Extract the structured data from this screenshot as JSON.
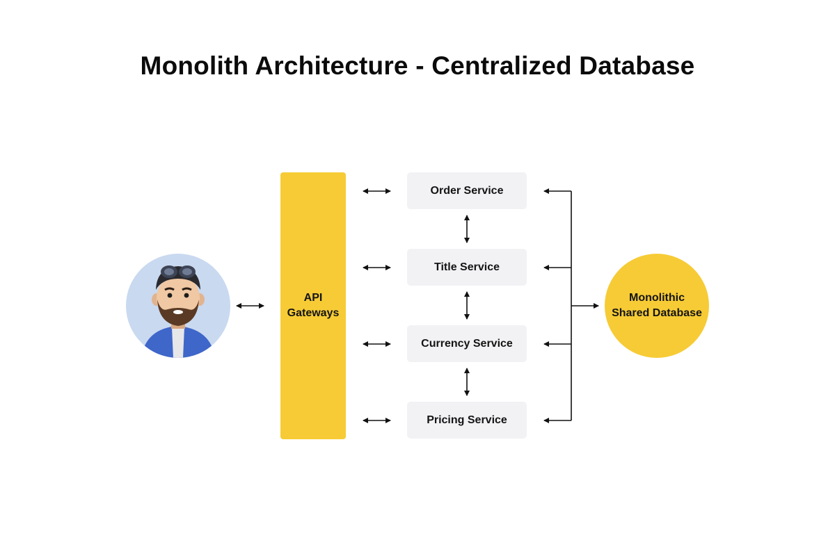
{
  "title": "Monolith Architecture - Centralized Database",
  "user": {
    "icon": "user-avatar-icon"
  },
  "gateway": {
    "label": "API\nGateways"
  },
  "services": [
    {
      "label": "Order Service"
    },
    {
      "label": "Title Service"
    },
    {
      "label": "Currency Service"
    },
    {
      "label": "Pricing Service"
    }
  ],
  "database": {
    "label": "Monolithic\nShared Database"
  },
  "colors": {
    "accent": "#f6cb35",
    "service_bg": "#f2f2f5",
    "avatar_bg": "#c9d9f0",
    "arrow": "#111111"
  }
}
